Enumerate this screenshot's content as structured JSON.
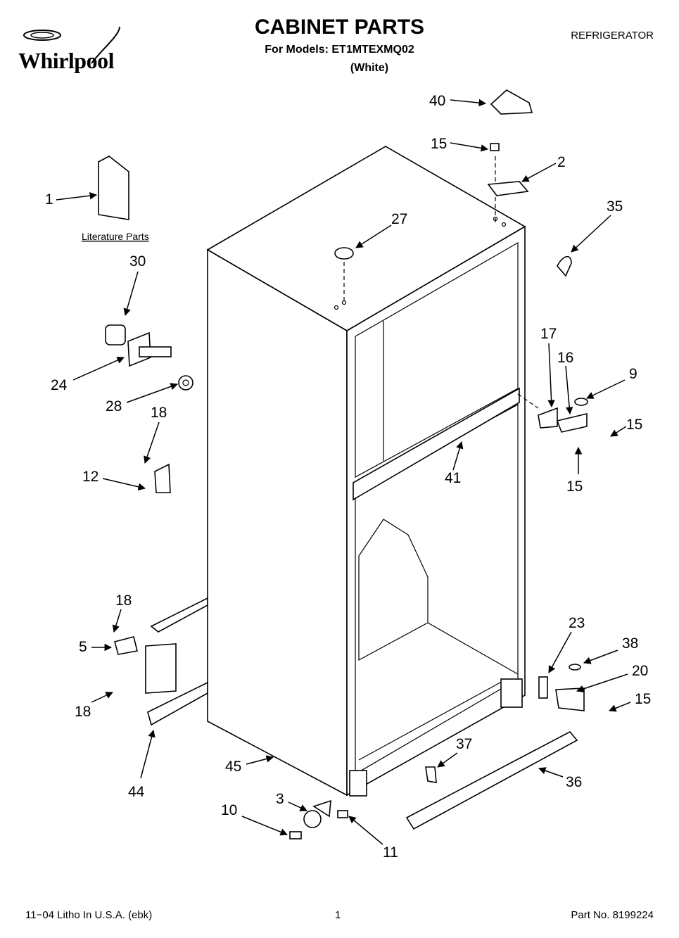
{
  "header": {
    "brand": "Whirlpool",
    "title": "CABINET PARTS",
    "models_line": "For Models: ET1MTEXMQ02",
    "color": "(White)",
    "appliance_type": "REFRIGERATOR"
  },
  "diagram": {
    "literature_label": "Literature Parts",
    "callouts": {
      "c1": "1",
      "c2": "2",
      "c3": "3",
      "c5": "5",
      "c9": "9",
      "c10": "10",
      "c11": "11",
      "c12": "12",
      "c15a": "15",
      "c15b": "15",
      "c15c": "15",
      "c15d": "15",
      "c16": "16",
      "c17": "17",
      "c18a": "18",
      "c18b": "18",
      "c18c": "18",
      "c20": "20",
      "c23": "23",
      "c24": "24",
      "c27": "27",
      "c28": "28",
      "c30": "30",
      "c35": "35",
      "c36": "36",
      "c37": "37",
      "c38": "38",
      "c40": "40",
      "c41": "41",
      "c44": "44",
      "c45": "45"
    }
  },
  "footer": {
    "left": "11−04 Litho In U.S.A. (ebk)",
    "page_number": "1",
    "part_number": "Part No. 8199224"
  }
}
